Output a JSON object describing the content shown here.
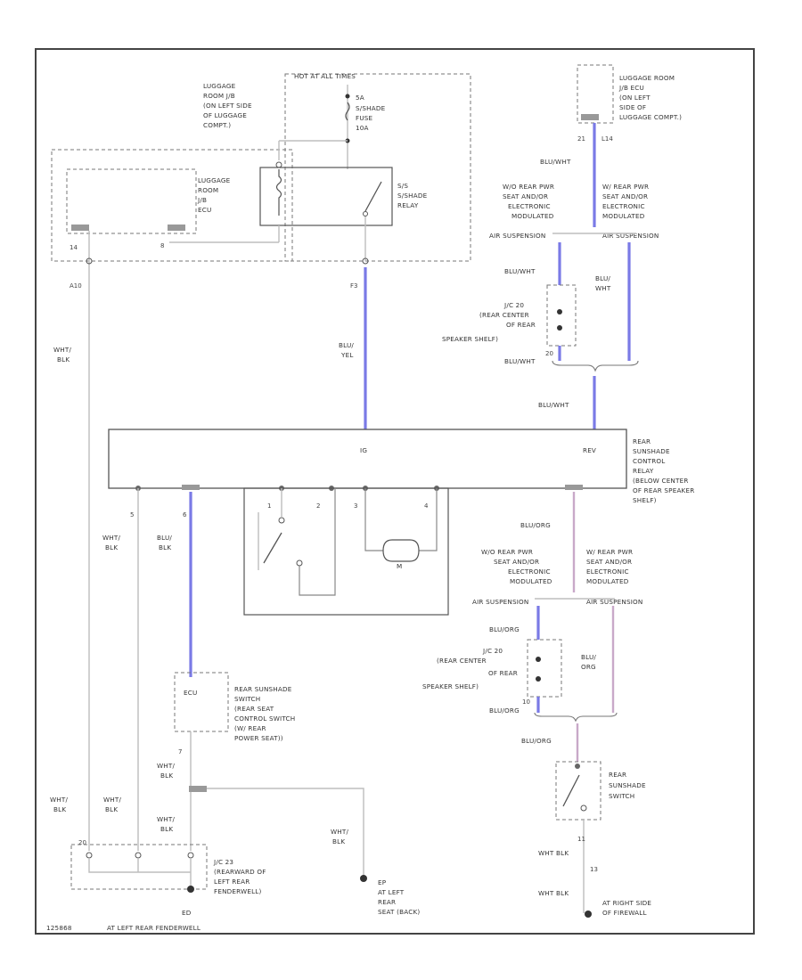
{
  "labels": {
    "hot_at_all_times": "HOT AT ALL TIMES",
    "luggage_jb_top": [
      "LUGGAGE",
      "ROOM J/B",
      "(ON LEFT SIDE",
      "OF LUGGAGE",
      "COMPT.)"
    ],
    "fuse": [
      "5A",
      "S/SHADE",
      "FUSE",
      "10A"
    ],
    "relay_small": [
      "S/S",
      "S/SHADE",
      "RELAY"
    ],
    "luggage_ecu": [
      "LUGGAGE",
      "ROOM",
      "J/B",
      "ECU"
    ],
    "luggage_ecu_right": [
      "LUGGAGE ROOM",
      "J/B ECU",
      "(ON LEFT",
      "SIDE OF",
      "LUGGAGE COMPT.)"
    ],
    "wo_rear_pwr_top": [
      "W/O REAR PWR",
      "SEAT AND/OR",
      "ELECTRONIC",
      "MODULATED",
      "AIR SUSPENSION"
    ],
    "w_rear_pwr_top": [
      "W/ REAR PWR",
      "SEAT AND/OR",
      "ELECTRONIC",
      "MODULATED",
      "AIR SUSPENSION"
    ],
    "jc_top": [
      "J/C 20",
      "(REAR CENTER",
      "OF REAR",
      "SPEAKER SHELF)"
    ],
    "control_relay": [
      "REAR",
      "SUNSHADE",
      "CONTROL",
      "RELAY",
      "(BELOW CENTER",
      "OF REAR SPEAKER",
      "SHELF)"
    ],
    "wo_rear_pwr_mid": [
      "W/O REAR PWR",
      "SEAT AND/OR",
      "ELECTRONIC",
      "MODULATED",
      "AIR SUSPENSION"
    ],
    "w_rear_pwr_mid": [
      "W/ REAR PWR",
      "SEAT AND/OR",
      "ELECTRONIC",
      "MODULATED",
      "AIR SUSPENSION"
    ],
    "jc_mid": [
      "J/C 20",
      "(REAR CENTER",
      "OF REAR",
      "SPEAKER SHELF)"
    ],
    "ecu": "ECU",
    "rear_sunshade_switch": [
      "REAR SUNSHADE",
      "SWITCH",
      "(REAR SEAT",
      "CONTROL SWITCH",
      "(W/ REAR",
      "POWER SEAT))"
    ],
    "jc_23": [
      "J/C 23",
      "(REARWARD OF",
      "LEFT REAR",
      "FENDERWELL)"
    ],
    "ground_ep": [
      "EP",
      "AT LEFT",
      "REAR",
      "SEAT (BACK)"
    ],
    "ground_ed": "ED",
    "ground_ed_caption": "AT LEFT REAR FENDERWELL",
    "rear_switch": [
      "REAR",
      "SUNSHADE",
      "SWITCH"
    ],
    "ground_right": [
      "AT RIGHT SIDE",
      "OF FIREWALL"
    ],
    "relay_ig": "IG",
    "relay_rev": "REV",
    "m_label": "M",
    "figure_id": "125868"
  },
  "wires": {
    "wht_blk_1": [
      "WHT/",
      "BLK"
    ],
    "blu_yel": [
      "BLU/",
      "YEL"
    ],
    "blu_wht_1": "BLU/WHT",
    "blu_wht_2": "BLU/WHT",
    "blu_wht_3": "BLU/WHT",
    "blu_wht_4": "BLU/WHT",
    "blu_wht_5": [
      "BLU/",
      "WHT"
    ],
    "wht_blk_2": [
      "WHT/",
      "BLK"
    ],
    "blu_blk": [
      "BLU/",
      "BLK"
    ],
    "blu_org_1": "BLU/ORG",
    "blu_org_2": "BLU/ORG",
    "blu_org_3": "BLU/ORG",
    "blu_org_4": "BLU/ORG",
    "blu_org_5": [
      "BLU/",
      "ORG"
    ],
    "wht_blk_3": [
      "WHT/",
      "BLK"
    ],
    "wht_blk_4": [
      "WHT/",
      "BLK"
    ],
    "wht_blk_5": [
      "WHT/",
      "BLK"
    ],
    "wht_blk_6": [
      "WHT/",
      "BLK"
    ],
    "wht_blk_7": [
      "WHT/",
      "BLK"
    ],
    "wht_blk_8": "WHT BLK",
    "wht_blk_9": "WHT BLK"
  },
  "pins": {
    "p_14": "14",
    "p_8": "8",
    "p_a10": "A10",
    "p_f3": "F3",
    "p_21": "21",
    "p_l14": "L14",
    "p_20a": "20",
    "p_1": "1",
    "p_2": "2",
    "p_3": "3",
    "p_4": "4",
    "p_5": "5",
    "p_6": "6",
    "p_7": "7",
    "p_10": "10",
    "p_11": "11",
    "p_13": "13",
    "p_20b": "20"
  }
}
